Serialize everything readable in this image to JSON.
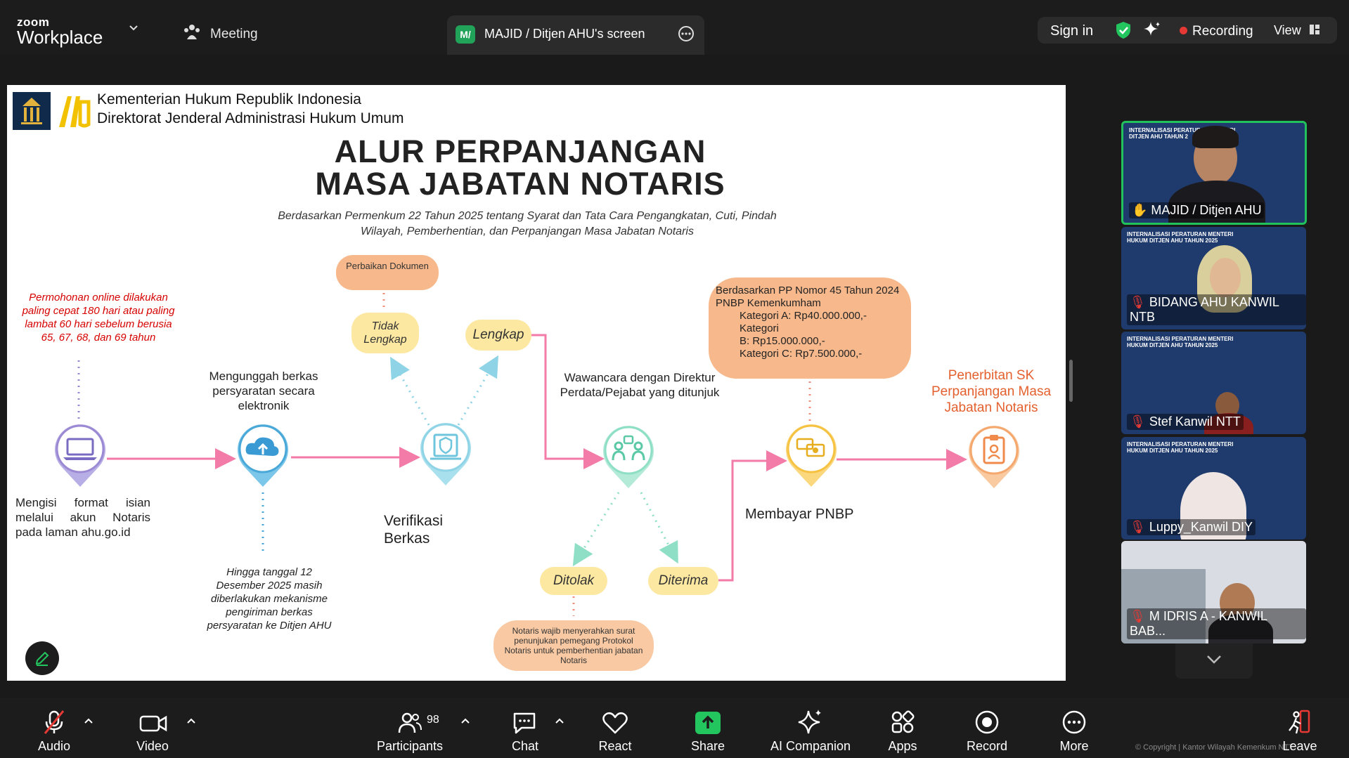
{
  "app": {
    "logo_small": "zoom",
    "logo_big": "Workplace",
    "meeting_tab": "Meeting",
    "screen_badge": "M/",
    "screen_title": "MAJID / Ditjen AHU's screen",
    "sign_in": "Sign in",
    "recording": "Recording",
    "view": "View"
  },
  "slide": {
    "org_line1": "Kementerian Hukum Republik Indonesia",
    "org_line2": "Direktorat Jenderal Administrasi Hukum Umum",
    "title_line1": "ALUR PERPANJANGAN",
    "title_line2": "MASA JABATAN NOTARIS",
    "subtitle_line1": "Berdasarkan Permenkum 22 Tahun 2025 tentang Syarat dan Tata Cara Pengangkatan, Cuti, Pindah",
    "subtitle_line2": "Wilayah, Pemberhentian, dan Perpanjangan Masa Jabatan Notaris",
    "red_note": "Permohonan online dilakukan paling cepat 180 hari atau paling lambat 60 hari sebelum berusia 65, 67, 68, dan 69 tahun",
    "step1": "Mengisi format isian melalui akun Notaris pada laman ahu.go.id",
    "step2": "Mengunggah berkas persyaratan secara elektronik",
    "step2_note": "Hingga tanggal 12 Desember 2025 masih diberlakukan mekanisme pengiriman berkas persyaratan ke Ditjen AHU",
    "perbaikan": "Perbaikan Dokumen",
    "tidak_lengkap": "Tidak Lengkap",
    "lengkap": "Lengkap",
    "step3": "Verifikasi Berkas",
    "step4": "Wawancara dengan Direktur Perdata/Pejabat yang ditunjuk",
    "ditolak": "Ditolak",
    "diterima": "Diterima",
    "ditolak_note": "Notaris wajib menyerahkan surat penunjukan pemegang Protokol Notaris untuk pemberhentian jabatan Notaris",
    "pnbp_intro": "Berdasarkan PP Nomor 45 Tahun 2024 PNBP Kemenkumham",
    "pnbp_items": [
      "Kategori A: Rp40.000.000,- Kategori",
      "B: Rp15.000.000,-",
      "Kategori C: Rp7.500.000,-"
    ],
    "step5": "Membayar PNBP",
    "step6": "Penerbitan SK Perpanjangan Masa Jabatan Notaris"
  },
  "participants": [
    {
      "name": "MAJID / Ditjen AHU",
      "header": "INTERNALISASI PERATURAN MENTERI DITJEN AHU TAHUN 2",
      "muted": false
    },
    {
      "name": "BIDANG AHU KANWIL NTB",
      "header": "INTERNALISASI PERATURAN MENTERI HUKUM DITJEN AHU TAHUN 2025",
      "muted": true
    },
    {
      "name": "Stef Kanwil NTT",
      "header": "INTERNALISASI PERATURAN MENTERI HUKUM DITJEN AHU TAHUN 2025",
      "muted": true
    },
    {
      "name": "Luppy_Kanwil DIY",
      "header": "INTERNALISASI PERATURAN MENTERI HUKUM DITJEN AHU TAHUN 2025",
      "muted": true
    },
    {
      "name": "M IDRIS A - KANWIL BAB...",
      "header": "",
      "muted": true
    }
  ],
  "toolbar": {
    "audio": "Audio",
    "video": "Video",
    "participants": "Participants",
    "participants_count": "98",
    "chat": "Chat",
    "react": "React",
    "share": "Share",
    "ai": "AI Companion",
    "apps": "Apps",
    "record": "Record",
    "more": "More",
    "leave": "Leave",
    "copyright": "© Copyright | Kantor Wilayah Kemenkum NTT"
  },
  "colors": {
    "accent_green": "#22a35a",
    "share_green": "#23c55e",
    "record_red": "#e53935",
    "arrow_pink": "#f27ba7",
    "title_dark": "#222222",
    "red_note": "#d60000"
  }
}
